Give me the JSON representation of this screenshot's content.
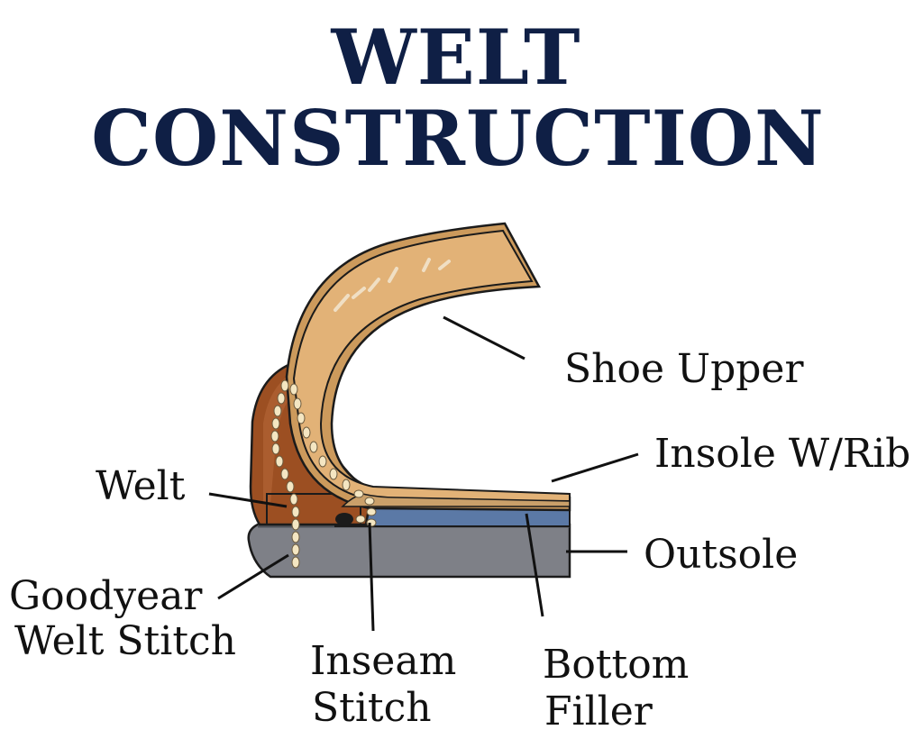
{
  "title": {
    "line1": "WELT",
    "line2": "CONSTRUCTION"
  },
  "labels": {
    "shoe_upper": "Shoe Upper",
    "insole": "Insole W/Rib",
    "welt": "Welt",
    "outsole": "Outsole",
    "goodyear_line1": "Goodyear",
    "goodyear_line2": "Welt Stitch",
    "inseam_line1": "Inseam",
    "inseam_line2": "Stitch",
    "filler_line1": "Bottom",
    "filler_line2": "Filler"
  },
  "colors": {
    "title": "#0f1f45",
    "upper": "#e2b277",
    "upper_lining": "#cc9a5c",
    "welt": "#9c4f22",
    "outsole": "#7e8087",
    "filler": "#5b79a6",
    "stitch": "#f4e6c2"
  }
}
